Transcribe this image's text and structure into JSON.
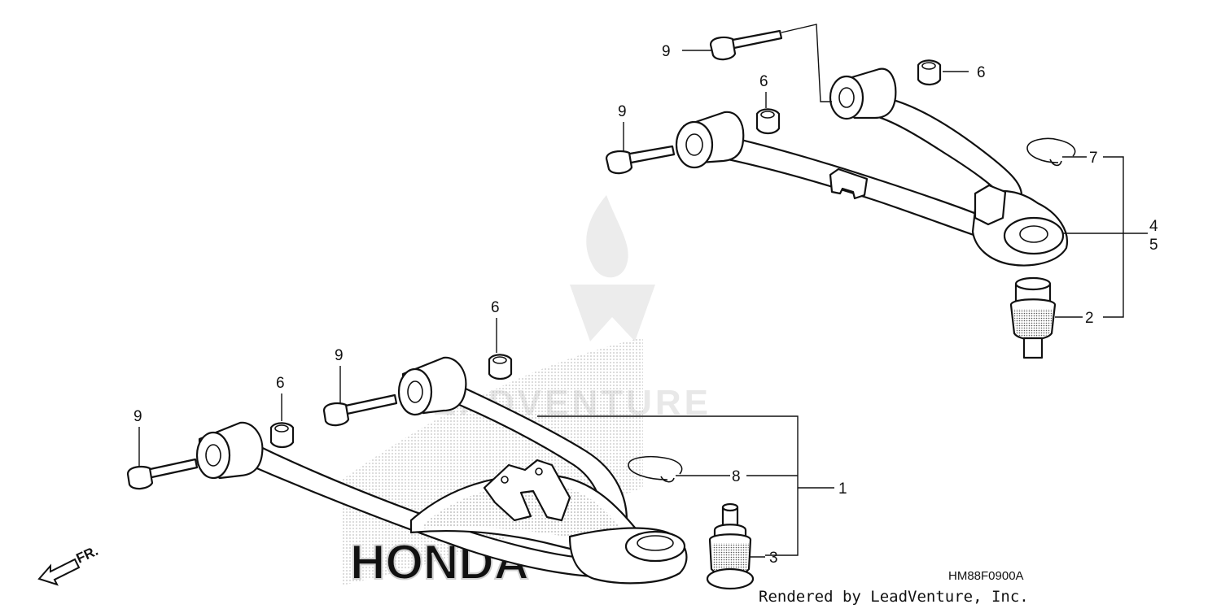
{
  "diagram": {
    "callouts": [
      {
        "id": "c9a",
        "label": "9"
      },
      {
        "id": "c6a",
        "label": "6"
      },
      {
        "id": "c9b",
        "label": "9"
      },
      {
        "id": "c6b",
        "label": "6"
      },
      {
        "id": "c7",
        "label": "7"
      },
      {
        "id": "c4",
        "label": "4"
      },
      {
        "id": "c5",
        "label": "5"
      },
      {
        "id": "c2",
        "label": "2"
      },
      {
        "id": "c6c",
        "label": "6"
      },
      {
        "id": "c9c",
        "label": "9"
      },
      {
        "id": "c6d",
        "label": "6"
      },
      {
        "id": "c9d",
        "label": "9"
      },
      {
        "id": "c8",
        "label": "8"
      },
      {
        "id": "c1",
        "label": "1"
      },
      {
        "id": "c3",
        "label": "3"
      }
    ],
    "front_indicator": "FR.",
    "diagram_code": "HM88F0900A",
    "credit": "Rendered by LeadVenture, Inc.",
    "watermark_text": "LEADVENTURE",
    "colors": {
      "ink": "#111111",
      "watermark": "#e6e6e6",
      "halftone": "#9a9a9a"
    }
  }
}
